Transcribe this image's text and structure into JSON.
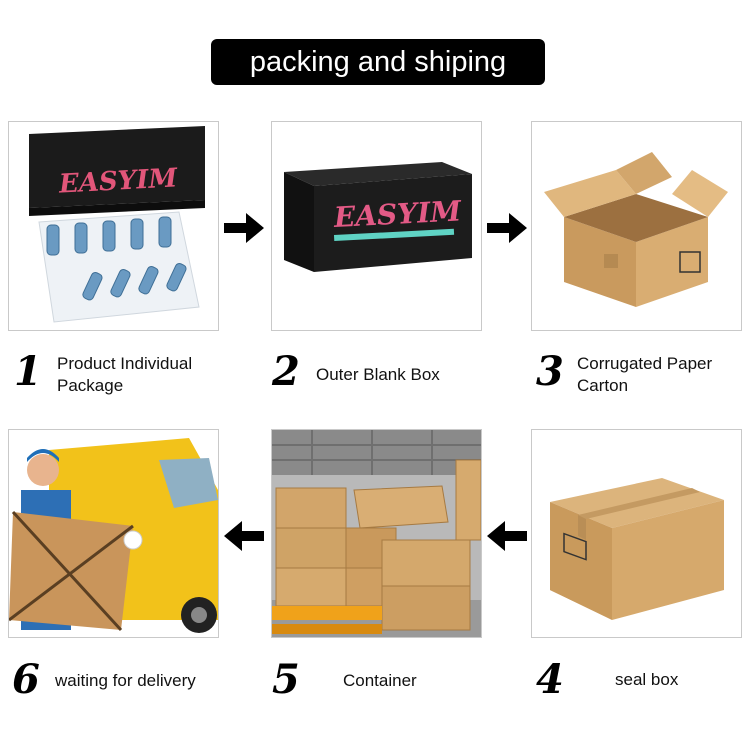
{
  "title": "packing and shiping",
  "steps": [
    {
      "number": "1",
      "label_line1": "Product Individual",
      "label_line2": "Package"
    },
    {
      "number": "2",
      "label_line1": "Outer Blank Box",
      "label_line2": ""
    },
    {
      "number": "3",
      "label_line1": "Corrugated Paper",
      "label_line2": "Carton"
    },
    {
      "number": "4",
      "label_line1": "seal box",
      "label_line2": ""
    },
    {
      "number": "5",
      "label_line1": "Container",
      "label_line2": ""
    },
    {
      "number": "6",
      "label_line1": "waiting for delivery",
      "label_line2": ""
    }
  ],
  "box_brand": "EASYIM",
  "colors": {
    "title_bg": "#000000",
    "box_kraft": "#d2aa72",
    "van": "#f2c21a",
    "pallet": "#f0a21a"
  }
}
